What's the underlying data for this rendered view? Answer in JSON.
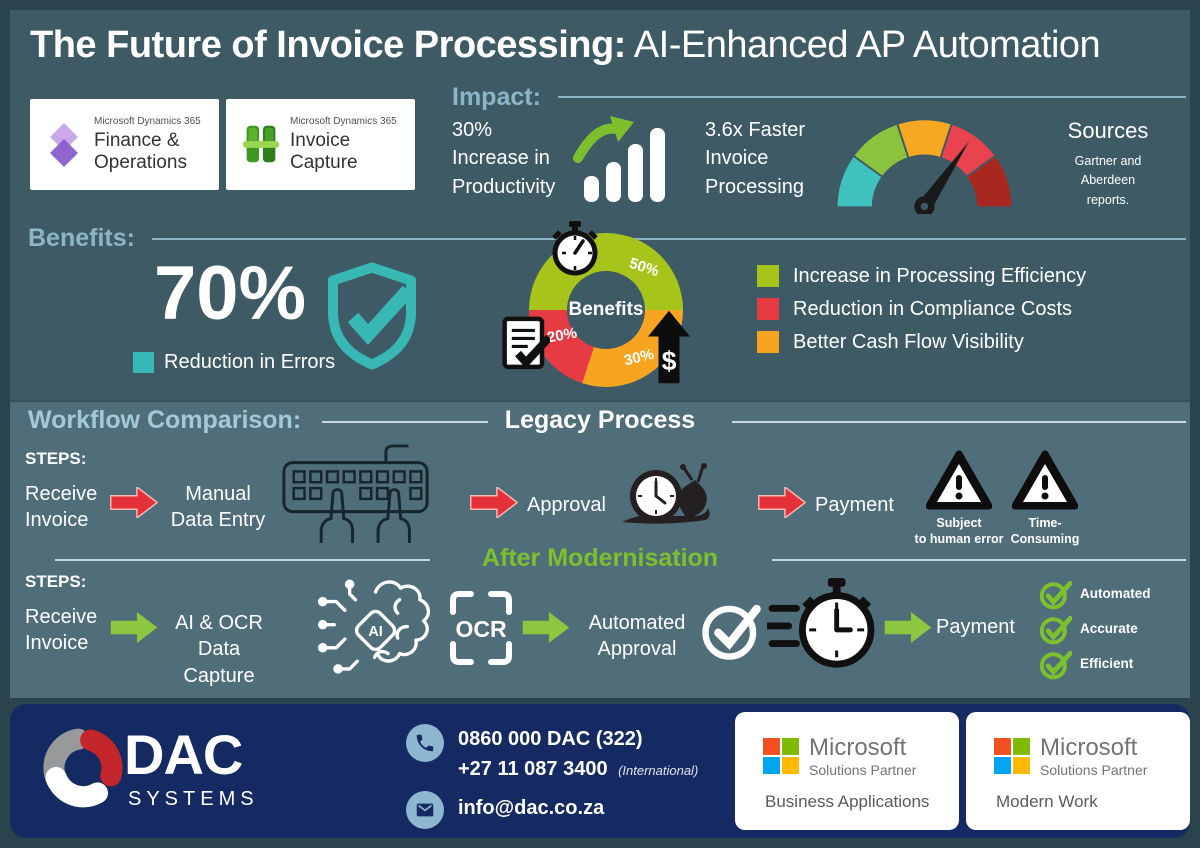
{
  "title": {
    "bold": "The Future of Invoice Processing:",
    "light": " AI-Enhanced AP Automation"
  },
  "product_cards": [
    {
      "brand": "Microsoft Dynamics 365",
      "name": "Finance &\nOperations"
    },
    {
      "brand": "Microsoft Dynamics 365",
      "name": "Invoice\nCapture"
    }
  ],
  "impact": {
    "heading": "Impact:",
    "stat_productivity": "30%\nIncrease in\nProductivity",
    "stat_speed": "3.6x Faster\nInvoice\nProcessing",
    "sources_title": "Sources",
    "sources_body": "Gartner and\nAberdeen\nreports."
  },
  "benefits": {
    "heading": "Benefits:",
    "stat_value": "70%",
    "stat_label": "Reduction in Errors",
    "donut_center": "Benefits",
    "donut_labels": {
      "efficiency": "50%",
      "compliance": "20%",
      "cashflow": "30%"
    },
    "legend": [
      {
        "label": "Increase in Processing Efficiency",
        "color": "#a6c41a"
      },
      {
        "label": "Reduction in Compliance Costs",
        "color": "#e73b44"
      },
      {
        "label": "Better Cash Flow Visibility",
        "color": "#f7a420"
      }
    ]
  },
  "chart_data": [
    {
      "type": "pie",
      "title": "Benefits",
      "labels": [
        "Increase in Processing Efficiency",
        "Reduction in Compliance Costs",
        "Better Cash Flow Visibility"
      ],
      "values": [
        50,
        20,
        30
      ],
      "colors": [
        "#a6c41a",
        "#e73b44",
        "#f7a420"
      ],
      "center_label": "Benefits",
      "donut": true
    },
    {
      "type": "gauge",
      "label": "3.6x Faster Invoice Processing",
      "segment_colors": [
        "#3fc2bd",
        "#8ac43f",
        "#f7a823",
        "#e8434e",
        "#a8281f"
      ]
    }
  ],
  "workflow": {
    "heading": "Workflow Comparison:",
    "steps_label": "STEPS:",
    "legacy": {
      "title": "Legacy Process",
      "step_receive": "Receive\nInvoice",
      "step_entry": "Manual\nData Entry",
      "step_approval": "Approval",
      "step_payment": "Payment",
      "warning_1": "Subject\nto human error",
      "warning_2": "Time-\nConsuming"
    },
    "modern": {
      "title": "After Modernisation",
      "step_receive": "Receive\nInvoice",
      "step_capture": "AI & OCR\nData Capture",
      "step_approval": "Automated\nApproval",
      "step_payment": "Payment",
      "ai_label": "AI",
      "ocr_label": "OCR",
      "check_1": "Automated",
      "check_2": "Accurate",
      "check_3": "Efficient"
    }
  },
  "footer": {
    "logo_text": "DAC",
    "logo_sub": "SYSTEMS",
    "phone_primary": "0860 000 DAC (322)",
    "phone_secondary": "+27 11 087 3400",
    "phone_secondary_note": "(International)",
    "email": "info@dac.co.za",
    "partners": [
      {
        "brand": "Microsoft",
        "program": "Solutions Partner",
        "area": "Business Applications"
      },
      {
        "brand": "Microsoft",
        "program": "Solutions Partner",
        "area": "Modern Work"
      }
    ]
  },
  "colors": {
    "background": "#3d5a65",
    "workflow_section": "#4f6e7a",
    "border": "#2b434d",
    "footer": "#152a63",
    "heading_blue": "#8cb5c5",
    "accent_green": "#7cc02d",
    "accent_red": "#e5323a",
    "accent_teal": "#38b8b4",
    "legend_green": "#a6c41a",
    "legend_red": "#e73b44",
    "legend_orange": "#f7a420"
  }
}
